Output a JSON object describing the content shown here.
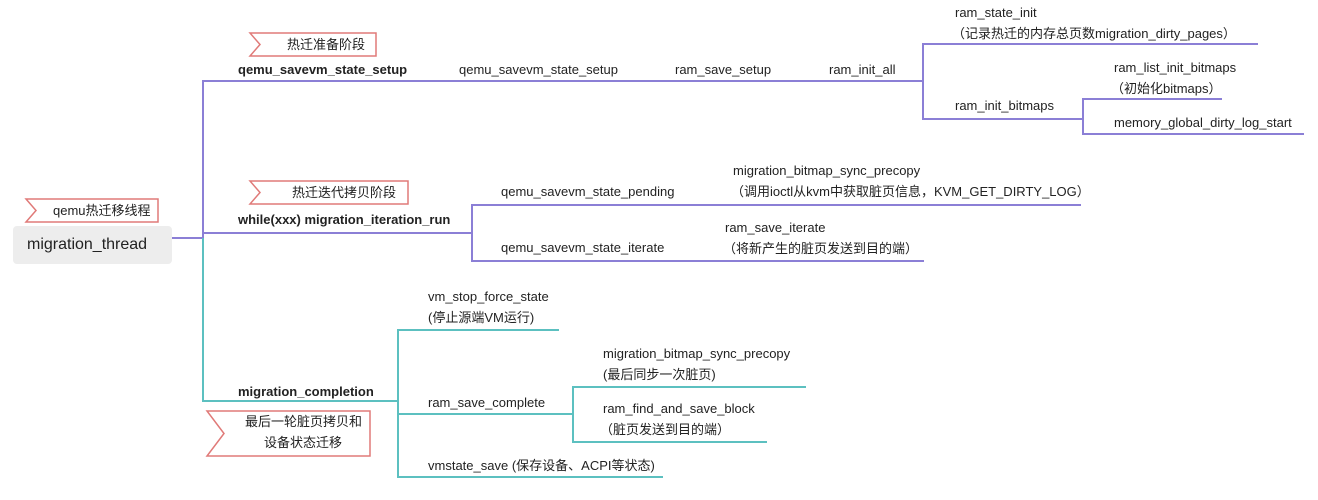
{
  "root": {
    "label": "migration_thread",
    "tag": "qemu热迁移线程"
  },
  "setup": {
    "label": "qemu_savevm_state_setup",
    "tag": "热迁准备阶段",
    "chain": [
      "qemu_savevm_state_setup",
      "ram_save_setup",
      "ram_init_all"
    ],
    "state_init": {
      "label": "ram_state_init",
      "desc": "（记录热迁的内存总页数migration_dirty_pages）"
    },
    "init_bitmaps": {
      "label": "ram_init_bitmaps",
      "list_init": {
        "label": "ram_list_init_bitmaps",
        "desc": "（初始化bitmaps）"
      },
      "log_start": "memory_global_dirty_log_start"
    }
  },
  "iteration": {
    "label": "while(xxx) migration_iteration_run",
    "tag": "热迁迭代拷贝阶段",
    "pending": {
      "label": "qemu_savevm_state_pending",
      "child": "migration_bitmap_sync_precopy",
      "desc": "（调用ioctl从kvm中获取脏页信息，KVM_GET_DIRTY_LOG）"
    },
    "iterate": {
      "label": "qemu_savevm_state_iterate",
      "child": "ram_save_iterate",
      "desc": "（将新产生的脏页发送到目的端）"
    }
  },
  "completion": {
    "label": "migration_completion",
    "tag_line1": "最后一轮脏页拷贝和",
    "tag_line2": "设备状态迁移",
    "stop": {
      "label": "vm_stop_force_state",
      "desc": "(停止源端VM运行)"
    },
    "complete": {
      "label": "ram_save_complete",
      "sync": {
        "label": "migration_bitmap_sync_precopy",
        "desc": "(最后同步一次脏页)"
      },
      "find": {
        "label": "ram_find_and_save_block",
        "desc": "（脏页发送到目的端）"
      }
    },
    "vmstate": "vmstate_save (保存设备、ACPI等状态)"
  },
  "colors": {
    "purple": "#8b7fd6",
    "teal": "#5cc0c0",
    "tag_border": "#e07a78",
    "root_bg": "#ededed"
  }
}
